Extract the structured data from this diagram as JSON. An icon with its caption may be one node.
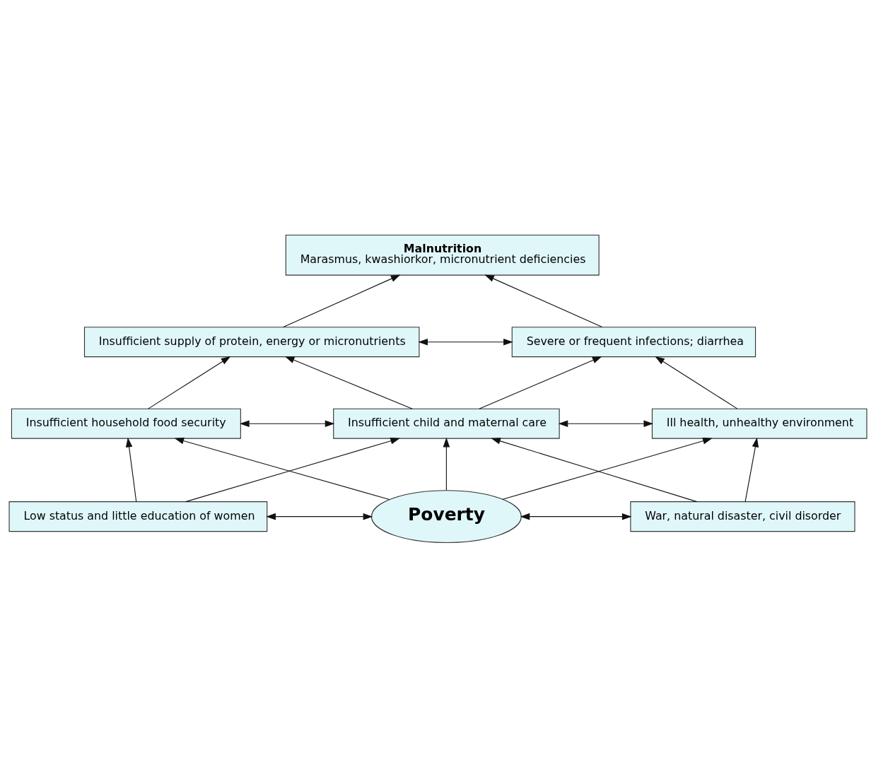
{
  "diagram": {
    "nodes": [
      {
        "text": [
          "Malnutrition",
          "Marasmus, kwashiorkor, micronutrient deficiencies"
        ]
      },
      {
        "text": [
          "Insufficient supply of protein, energy or micronutrients"
        ]
      },
      {
        "text": [
          "Severe or frequent infections; diarrhea"
        ]
      },
      {
        "text": [
          "Insufficient household food security"
        ]
      },
      {
        "text": [
          "Insufficient child and maternal care"
        ]
      },
      {
        "text": [
          "Ill health, unhealthy environment"
        ]
      },
      {
        "text": [
          "Poverty"
        ]
      },
      {
        "text": [
          "Low status and little education of women"
        ]
      },
      {
        "text": [
          "War, natural disaster, civil disorder"
        ]
      }
    ],
    "edges": [
      {
        "from": 1,
        "to": 0,
        "arrow": "to"
      },
      {
        "from": 2,
        "to": 0,
        "arrow": "to"
      },
      {
        "from": 1,
        "to": 2,
        "arrow": "both"
      },
      {
        "from": 3,
        "to": 1,
        "arrow": "to"
      },
      {
        "from": 4,
        "to": 1,
        "arrow": "to"
      },
      {
        "from": 4,
        "to": 2,
        "arrow": "to"
      },
      {
        "from": 5,
        "to": 2,
        "arrow": "to"
      },
      {
        "from": 3,
        "to": 4,
        "arrow": "both"
      },
      {
        "from": 4,
        "to": 5,
        "arrow": "both"
      },
      {
        "from": 6,
        "to": 3,
        "arrow": "to"
      },
      {
        "from": 6,
        "to": 4,
        "arrow": "to"
      },
      {
        "from": 6,
        "to": 5,
        "arrow": "to"
      },
      {
        "from": 7,
        "to": 3,
        "arrow": "to"
      },
      {
        "from": 7,
        "to": 4,
        "arrow": "to"
      },
      {
        "from": 8,
        "to": 4,
        "arrow": "to"
      },
      {
        "from": 8,
        "to": 5,
        "arrow": "to"
      },
      {
        "from": 7,
        "to": 6,
        "arrow": "both"
      },
      {
        "from": 6,
        "to": 8,
        "arrow": "both"
      }
    ]
  }
}
